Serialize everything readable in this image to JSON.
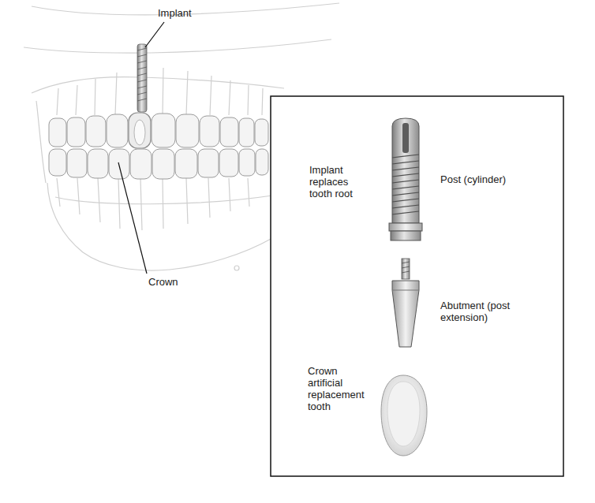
{
  "diagram": {
    "labels": [
      "Implant",
      "Crown",
      "Implant replaces tooth root",
      "Post (cylinder)",
      "Abutment (post extension)",
      "Crown artificial replacement tooth"
    ]
  }
}
